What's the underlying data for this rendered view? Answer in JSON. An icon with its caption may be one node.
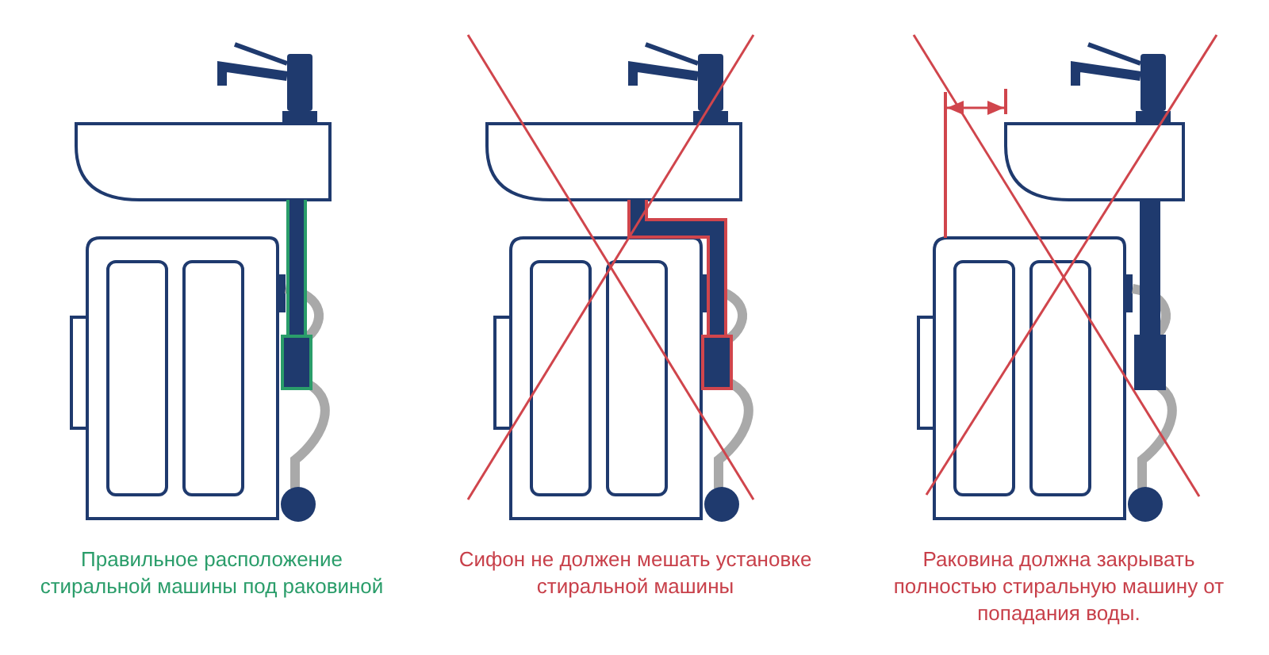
{
  "diagram": {
    "labels": [
      "Правильное расположение стиральной машины под раковиной",
      "Сифон не должен мешать установке стиральной машины",
      "Раковина должна закрывать полностью стиральную машину от попадания воды."
    ]
  }
}
